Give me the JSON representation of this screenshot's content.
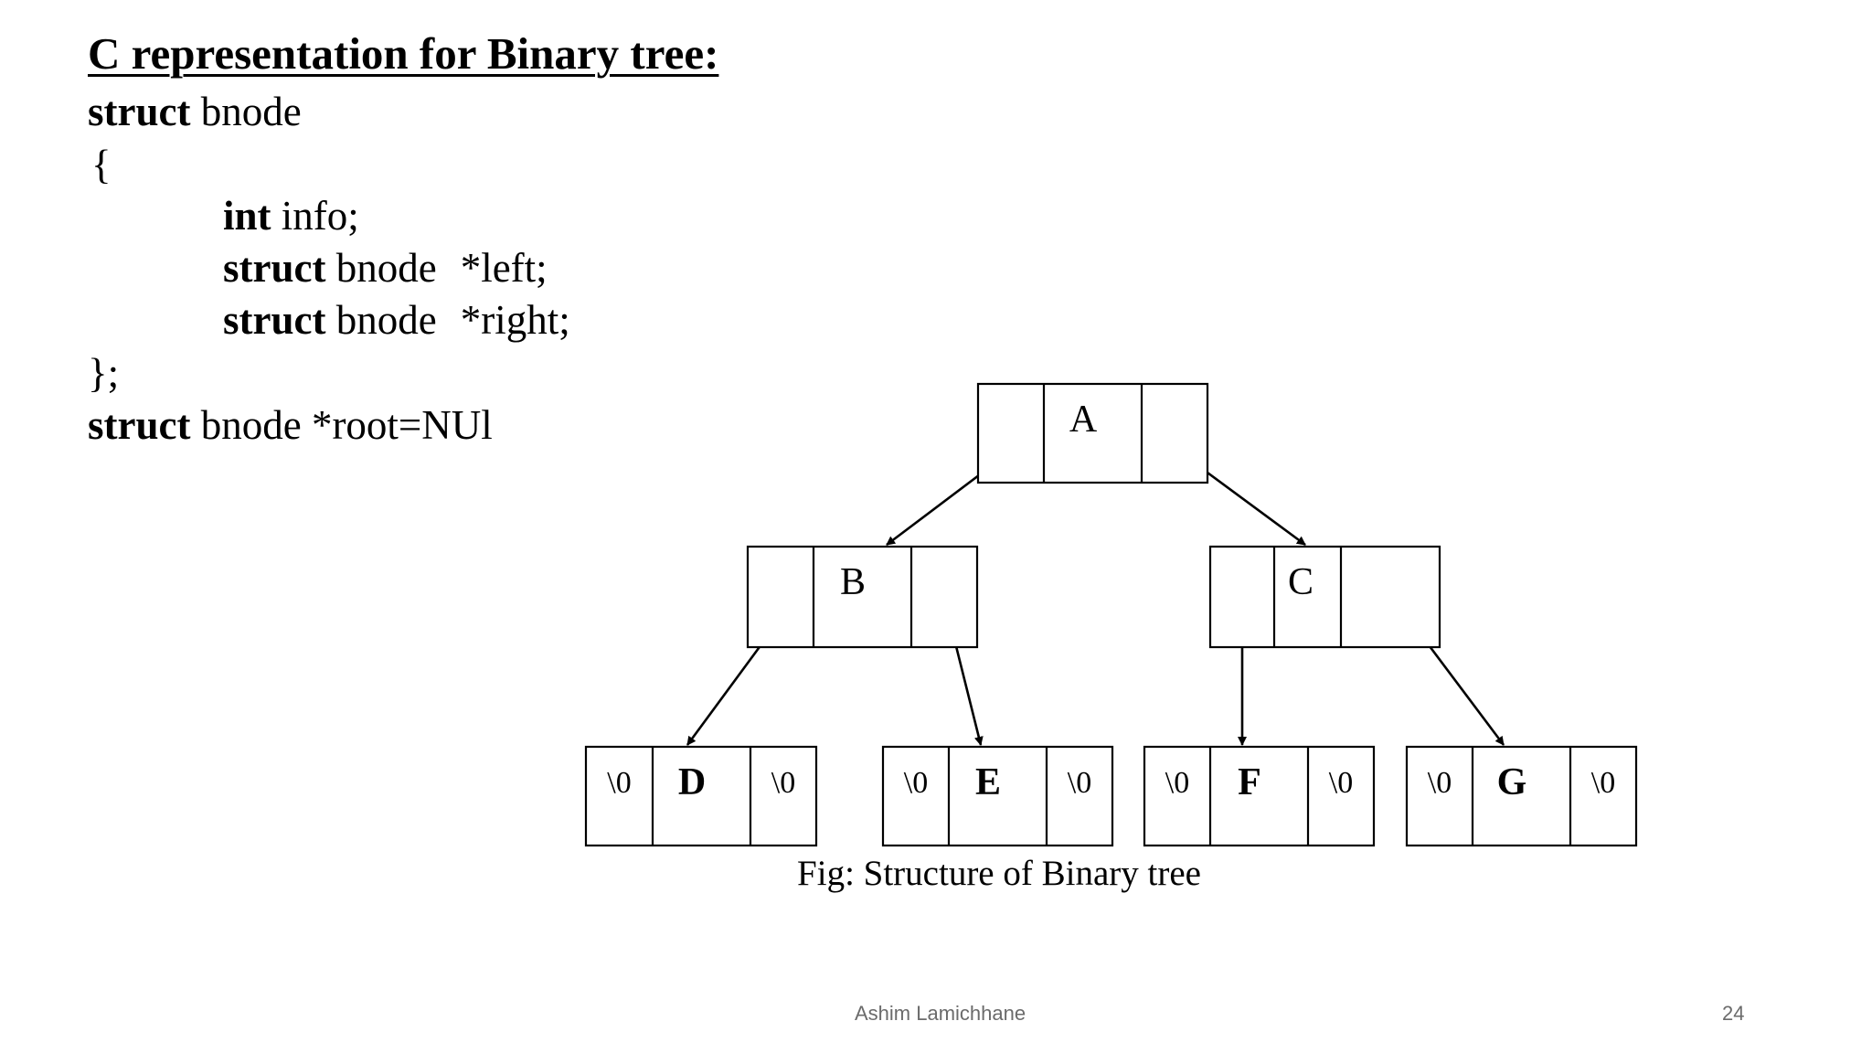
{
  "heading": "C representation for Binary tree:",
  "code": {
    "line1_keyword": "struct",
    "line1_rest": " bnode",
    "open_brace": "{",
    "member1_keyword": "int",
    "member1_rest": " info;",
    "member2_keyword": "struct",
    "member2_type": " bnode",
    "member2_name": "*left;",
    "member3_keyword": "struct",
    "member3_type": " bnode",
    "member3_name": "*right;",
    "close_brace": "};",
    "decl_keyword": "struct",
    "decl_rest": " bnode *root=NUl"
  },
  "tree": {
    "nodes": [
      {
        "id": "A",
        "left": "",
        "right": ""
      },
      {
        "id": "B",
        "left": "",
        "right": ""
      },
      {
        "id": "C",
        "left": "",
        "right": ""
      },
      {
        "id": "D",
        "left": "\\0",
        "right": "\\0"
      },
      {
        "id": "E",
        "left": "\\0",
        "right": "\\0"
      },
      {
        "id": "F",
        "left": "\\0",
        "right": "\\0"
      },
      {
        "id": "G",
        "left": "\\0",
        "right": "\\0"
      }
    ],
    "edges": [
      [
        "A",
        "B"
      ],
      [
        "A",
        "C"
      ],
      [
        "B",
        "D"
      ],
      [
        "B",
        "E"
      ],
      [
        "C",
        "F"
      ],
      [
        "C",
        "G"
      ]
    ]
  },
  "caption": "Fig: Structure of Binary tree",
  "footer": {
    "author": "Ashim Lamichhane",
    "page_number": "24"
  }
}
